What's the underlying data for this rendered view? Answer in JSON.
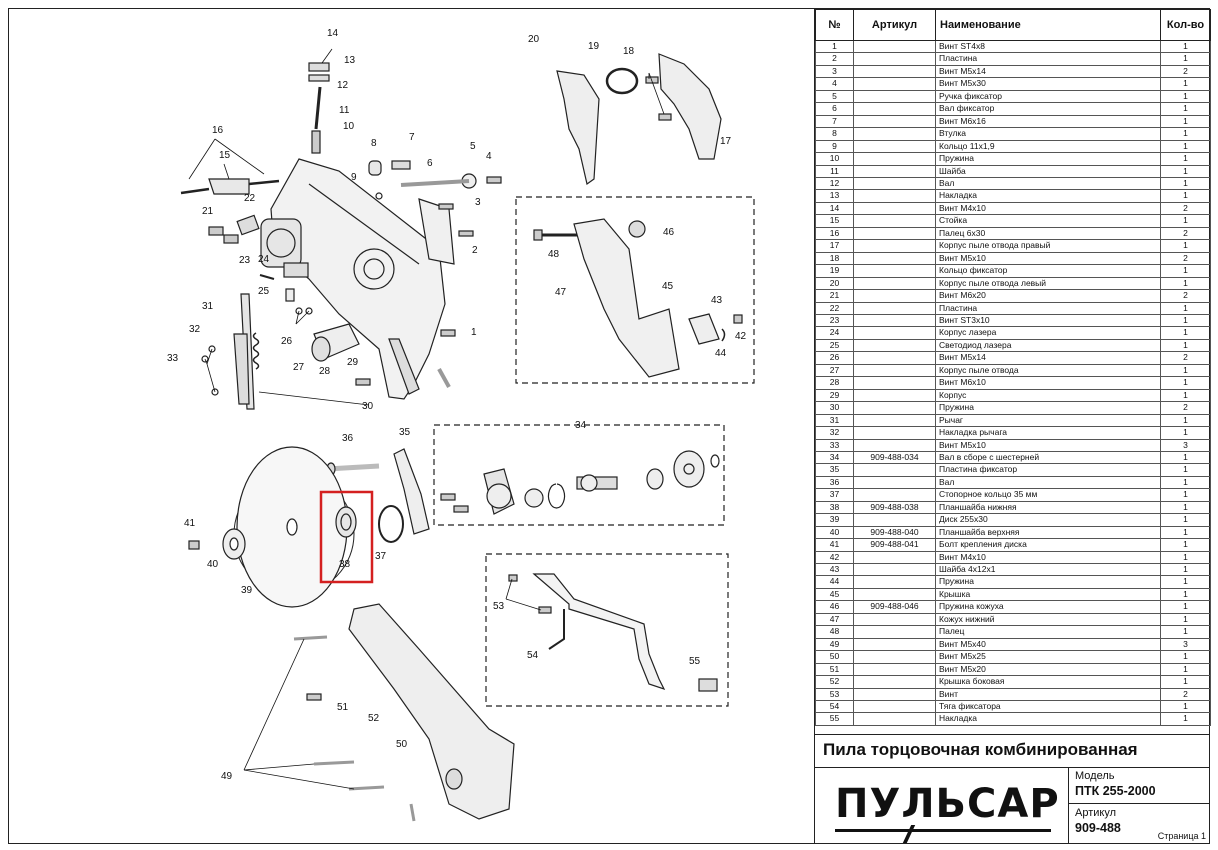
{
  "table": {
    "headers": {
      "num": "№",
      "article": "Артикул",
      "name": "Наименование",
      "qty": "Кол-во"
    },
    "rows": [
      [
        "1",
        "",
        "Винт ST4x8",
        "1"
      ],
      [
        "2",
        "",
        "Пластина",
        "1"
      ],
      [
        "3",
        "",
        "Винт M5x14",
        "2"
      ],
      [
        "4",
        "",
        "Винт M5x30",
        "1"
      ],
      [
        "5",
        "",
        "Ручка фиксатор",
        "1"
      ],
      [
        "6",
        "",
        "Вал фиксатор",
        "1"
      ],
      [
        "7",
        "",
        "Винт M6x16",
        "1"
      ],
      [
        "8",
        "",
        "Втулка",
        "1"
      ],
      [
        "9",
        "",
        "Кольцо 11x1,9",
        "1"
      ],
      [
        "10",
        "",
        "Пружина",
        "1"
      ],
      [
        "11",
        "",
        "Шайба",
        "1"
      ],
      [
        "12",
        "",
        "Вал",
        "1"
      ],
      [
        "13",
        "",
        "Накладка",
        "1"
      ],
      [
        "14",
        "",
        "Винт M4x10",
        "2"
      ],
      [
        "15",
        "",
        "Стойка",
        "1"
      ],
      [
        "16",
        "",
        "Палец 6x30",
        "2"
      ],
      [
        "17",
        "",
        "Корпус пыле отвода правый",
        "1"
      ],
      [
        "18",
        "",
        "Винт M5x10",
        "2"
      ],
      [
        "19",
        "",
        "Кольцо фиксатор",
        "1"
      ],
      [
        "20",
        "",
        "Корпус пыле отвода левый",
        "1"
      ],
      [
        "21",
        "",
        "Винт M6x20",
        "2"
      ],
      [
        "22",
        "",
        "Пластина",
        "1"
      ],
      [
        "23",
        "",
        "Винт ST3x10",
        "1"
      ],
      [
        "24",
        "",
        "Корпус лазера",
        "1"
      ],
      [
        "25",
        "",
        "Светодиод лазера",
        "1"
      ],
      [
        "26",
        "",
        "Винт M5x14",
        "2"
      ],
      [
        "27",
        "",
        "Корпус пыле отвода",
        "1"
      ],
      [
        "28",
        "",
        "Винт M6x10",
        "1"
      ],
      [
        "29",
        "",
        "Корпус",
        "1"
      ],
      [
        "30",
        "",
        "Пружина",
        "2"
      ],
      [
        "31",
        "",
        "Рычаг",
        "1"
      ],
      [
        "32",
        "",
        "Накладка рычага",
        "1"
      ],
      [
        "33",
        "",
        "Винт M5x10",
        "3"
      ],
      [
        "34",
        "909-488-034",
        "Вал в сборе с шестерней",
        "1"
      ],
      [
        "35",
        "",
        "Пластина фиксатор",
        "1"
      ],
      [
        "36",
        "",
        "Вал",
        "1"
      ],
      [
        "37",
        "",
        "Стопорное кольцо 35 мм",
        "1"
      ],
      [
        "38",
        "909-488-038",
        "Планшайба нижняя",
        "1"
      ],
      [
        "39",
        "",
        "Диск 255x30",
        "1"
      ],
      [
        "40",
        "909-488-040",
        "Планшайба верхняя",
        "1"
      ],
      [
        "41",
        "909-488-041",
        "Болт крепления диска",
        "1"
      ],
      [
        "42",
        "",
        "Винт M4x10",
        "1"
      ],
      [
        "43",
        "",
        "Шайба 4x12x1",
        "1"
      ],
      [
        "44",
        "",
        "Пружина",
        "1"
      ],
      [
        "45",
        "",
        "Крышка",
        "1"
      ],
      [
        "46",
        "909-488-046",
        "Пружина кожуха",
        "1"
      ],
      [
        "47",
        "",
        "Кожух нижний",
        "1"
      ],
      [
        "48",
        "",
        "Палец",
        "1"
      ],
      [
        "49",
        "",
        "Винт M5x40",
        "3"
      ],
      [
        "50",
        "",
        "Винт M5x25",
        "1"
      ],
      [
        "51",
        "",
        "Винт M5x20",
        "1"
      ],
      [
        "52",
        "",
        "Крышка боковая",
        "1"
      ],
      [
        "53",
        "",
        "Винт",
        "2"
      ],
      [
        "54",
        "",
        "Тяга фиксатора",
        "1"
      ],
      [
        "55",
        "",
        "Накладка",
        "1"
      ]
    ]
  },
  "title": "Пила торцовочная комбинированная",
  "brand": "ПУЛЬСАР",
  "model_label": "Модель",
  "model_value": "ПТК 255-2000",
  "article_label": "Артикул",
  "article_value": "909-488",
  "page": "Страница 1",
  "highlight_color": "#d42020",
  "callouts": [
    "1",
    "2",
    "3",
    "4",
    "5",
    "6",
    "7",
    "8",
    "9",
    "10",
    "11",
    "12",
    "13",
    "14",
    "15",
    "16",
    "17",
    "18",
    "19",
    "20",
    "21",
    "22",
    "23",
    "24",
    "25",
    "26",
    "27",
    "28",
    "29",
    "30",
    "31",
    "32",
    "33",
    "34",
    "35",
    "36",
    "37",
    "38",
    "39",
    "40",
    "41",
    "42",
    "43",
    "44",
    "45",
    "46",
    "47",
    "48",
    "49",
    "50",
    "51",
    "52",
    "53",
    "54",
    "55"
  ]
}
